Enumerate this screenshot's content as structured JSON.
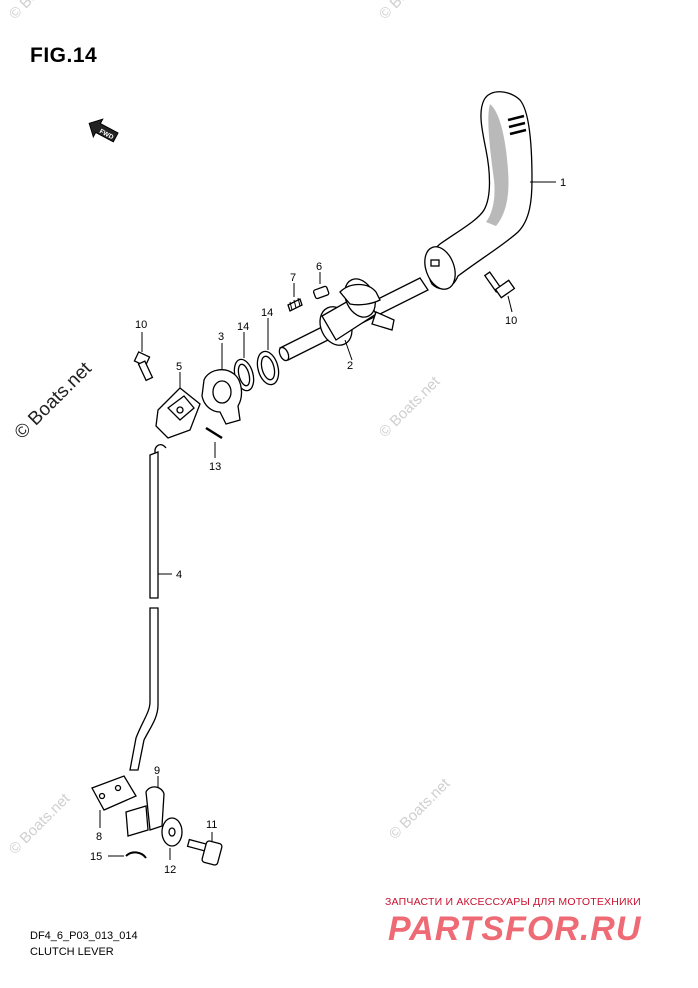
{
  "figure": {
    "title": "FIG.14"
  },
  "footer": {
    "code": "DF4_6_P03_013_014",
    "name": "CLUTCH LEVER"
  },
  "fwd_label": "FWD",
  "watermarks": {
    "main": "© Boats.net",
    "faint": "© Boats.net"
  },
  "branding": {
    "tagline": "ЗАПЧАСТИ И АКСЕССУАРЫ ДЛЯ МОТОТЕХНИКИ",
    "logo": "PARTSFOR.RU",
    "color": "#ee6a74"
  },
  "callouts": {
    "p1": "1",
    "p2": "2",
    "p3": "3",
    "p4": "4",
    "p5": "5",
    "p6": "6",
    "p7": "7",
    "p8": "8",
    "p9": "9",
    "p10a": "10",
    "p10b": "10",
    "p11": "11",
    "p12": "12",
    "p13": "13",
    "p14a": "14",
    "p14b": "14",
    "p15": "15"
  }
}
